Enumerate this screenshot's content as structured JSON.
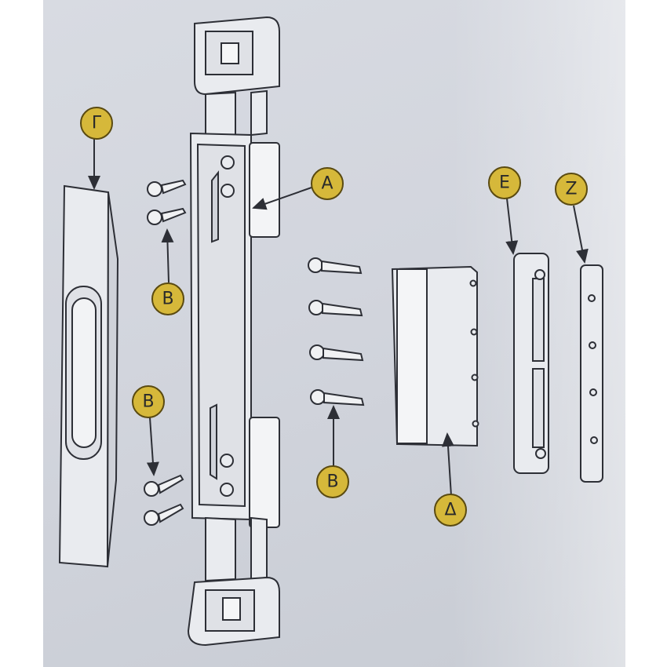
{
  "callouts": {
    "A": "A",
    "B_top_left": "B",
    "B_bottom_left": "B",
    "B_center": "B",
    "G": "Γ",
    "D": "Δ",
    "E": "E",
    "Z": "Z"
  },
  "colors": {
    "callout_fill": "#d6b83a",
    "callout_stroke": "#5a4a10",
    "line": "#2d2f36",
    "part_fill": "#e9ebef",
    "background": "#d4d7de"
  }
}
